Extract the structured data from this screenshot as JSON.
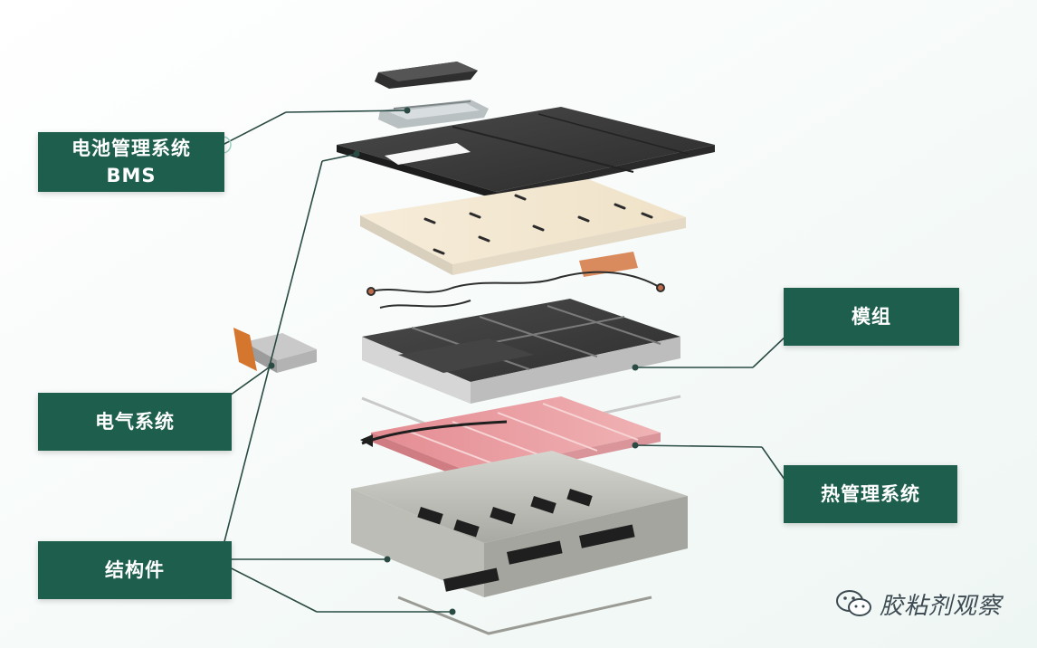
{
  "labels": {
    "bms_line1": "电池管理系统",
    "bms_line2": "BMS",
    "module": "模组",
    "electrical": "电气系统",
    "thermal": "热管理系统",
    "structure": "结构件"
  },
  "watermark": {
    "text": "胶粘剂观察",
    "icon": "wechat-icon"
  },
  "colors": {
    "callout_bg": "#1e5e4d",
    "leader_line": "#2a4a44",
    "cell_dark": "#3b3b3b",
    "cooling_plate": "#e8a0a4",
    "insulation_sheet": "#f3e6cf",
    "tray": "#c9c9c4"
  }
}
